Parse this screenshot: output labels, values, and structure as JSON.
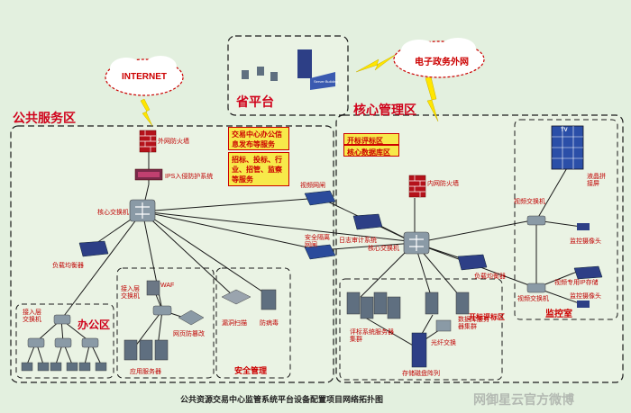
{
  "title": "公共资源交易中心监管系统平台设备配置项目网络拓扑图",
  "watermark": "网御星云官方微博",
  "zones": {
    "public": "公共服务区",
    "core": "核心管理区",
    "province": "省平台",
    "office": "办公区",
    "security": "安全管理",
    "monitor": "监控室",
    "bid_open": "开标评标区"
  },
  "clouds": {
    "internet": "INTERNET",
    "egov": "电子政务外网"
  },
  "info_box_1": "交易中心办公信息发布等服务",
  "info_box_2": "招标、投标、行业、招管、监察等服务",
  "core_box_1": "开标评标区",
  "core_box_2": "核心数据库区",
  "labels": {
    "ext_fw": "外网防火墙",
    "ips": "IPS入侵防护系统",
    "core_sw_left": "核心交换机",
    "lb_left": "负载均衡器",
    "video_gw": "视频网闸",
    "sec_gw": "安全隔离网闸",
    "int_fw": "内网防火墙",
    "log_audit": "日志审计系统",
    "core_sw_right": "核心交换机",
    "lb_right": "负载均衡器",
    "access_sw_office": "接入层交换机",
    "access_sw_app": "接入层交换机",
    "waf": "WAF",
    "web_tamper": "网页防篡改",
    "app_server": "应用服务器",
    "vuln_scan": "漏洞扫描",
    "antivirus": "防病毒",
    "eval_cluster": "评标系统服务器集群",
    "db_cluster": "数据库服务器集群",
    "fiber_sw": "光纤交换",
    "storage": "存储磁盘阵列",
    "video_sw_top": "视频交换机",
    "lcd_wall": "液晶拼接屏",
    "camera1": "监控摄像头",
    "video_ip_cam": "视频专用IP存储",
    "video_sw_bottom": "视频交换机",
    "camera2": "监控摄像头",
    "tv": "TV",
    "server_tag": "Server Building"
  }
}
